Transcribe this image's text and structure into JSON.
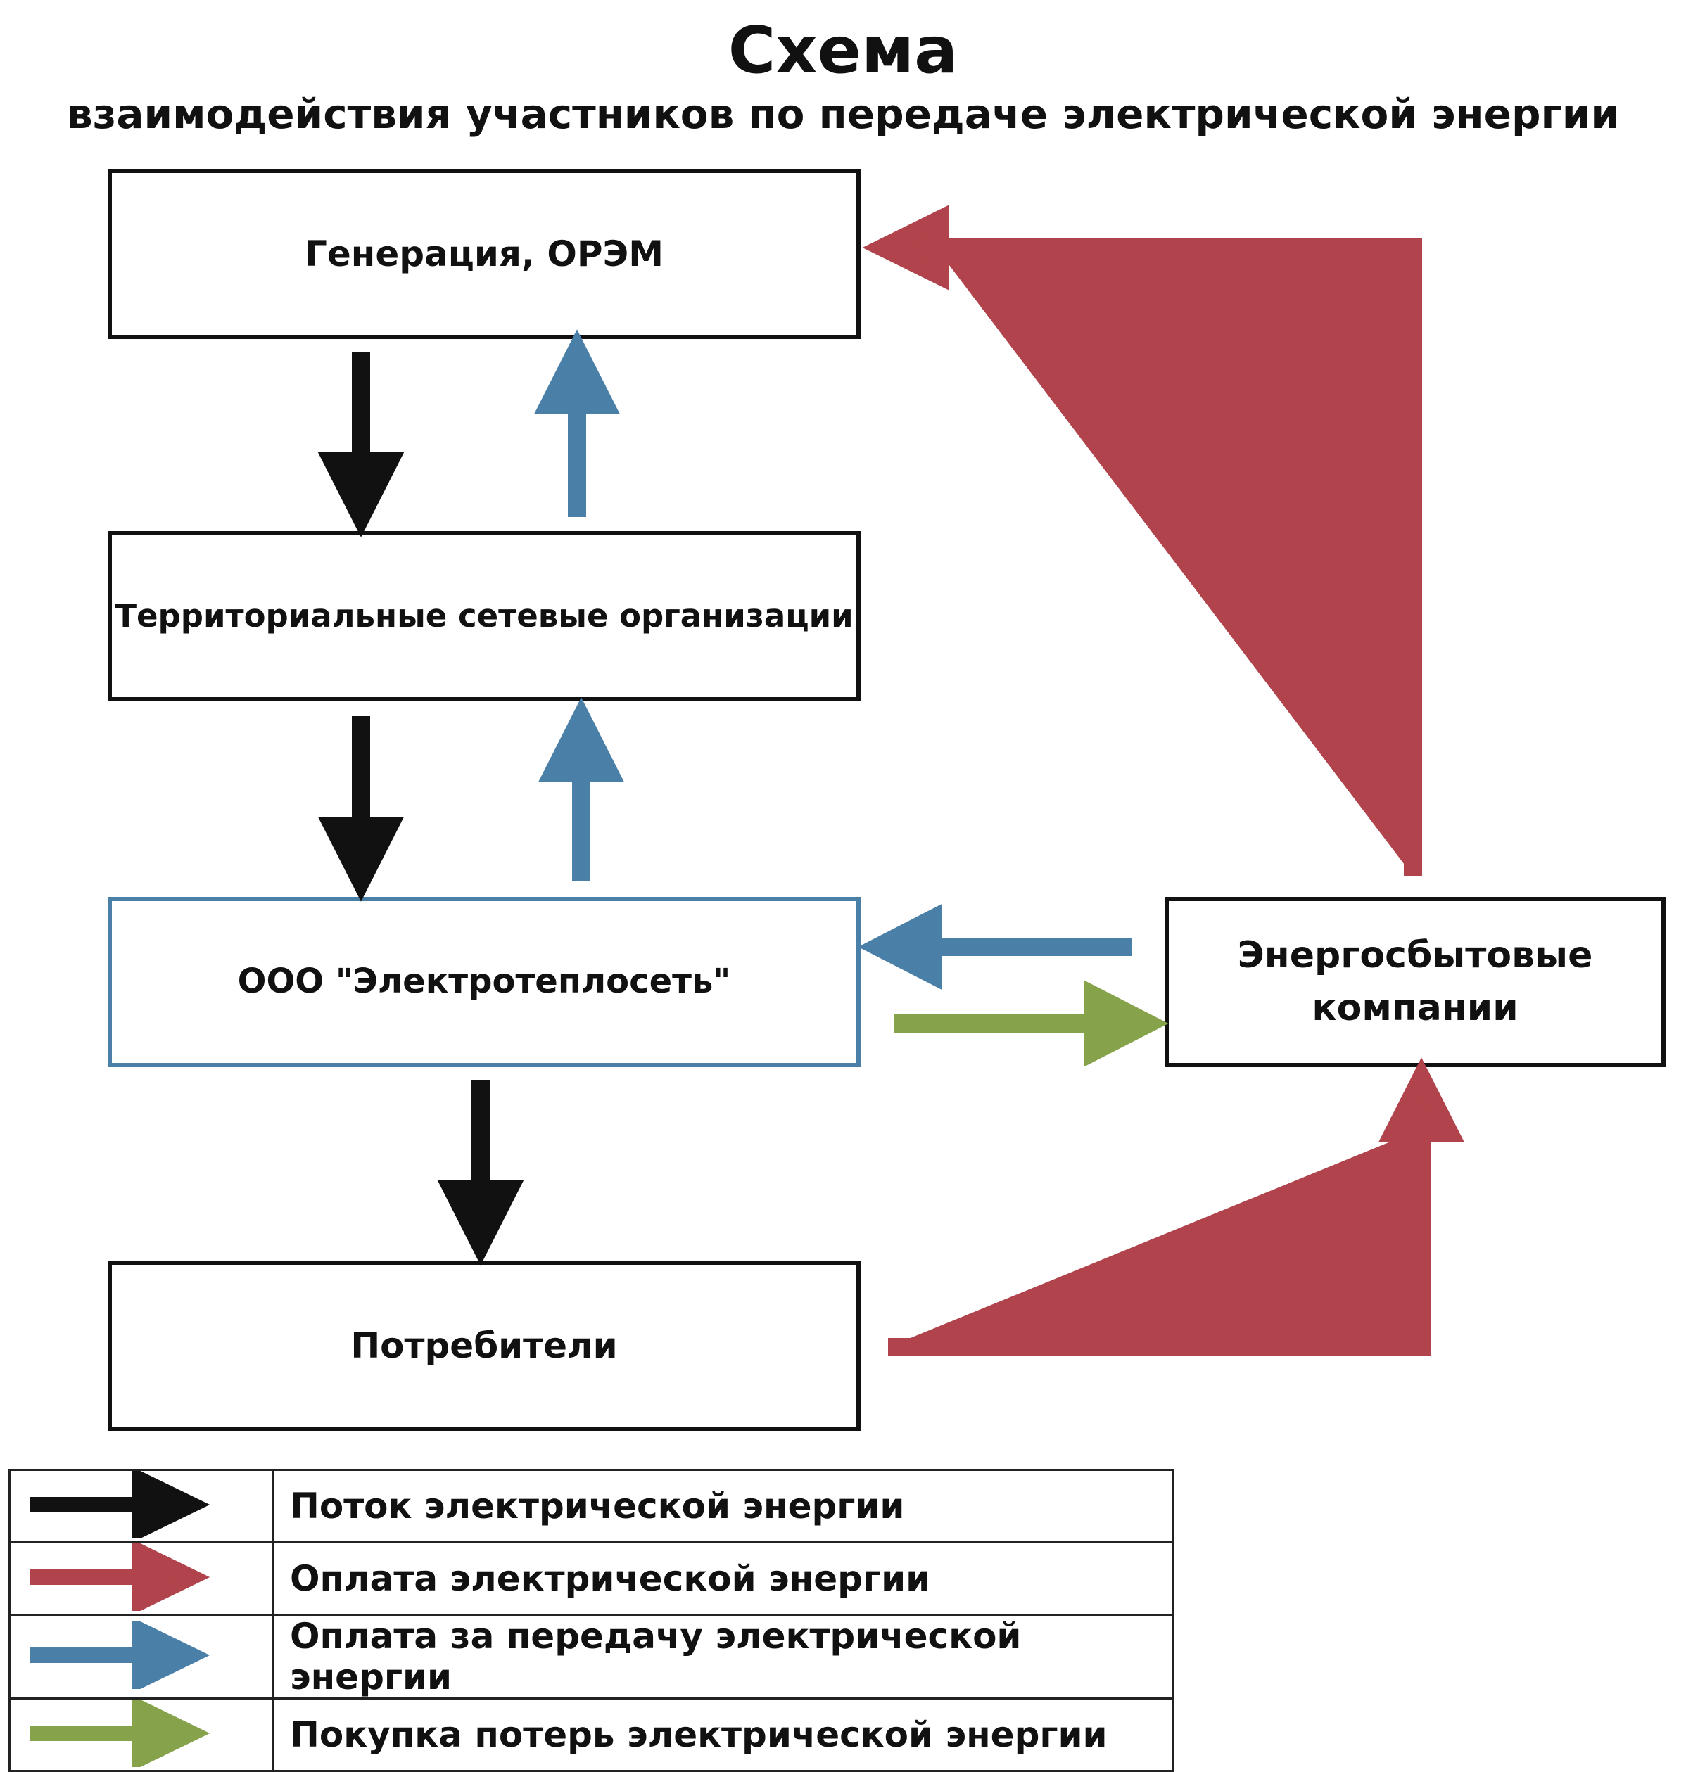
{
  "title": "Схема",
  "subtitle": "взаимодействия участников по передаче электрической энергии",
  "nodes": {
    "generation": "Генерация, ОРЭМ",
    "tso": "Территориальные сетевые организации",
    "company": "ООО \"Электротеплосеть\"",
    "consumers": "Потребители",
    "retail": "Энергосбытовые\nкомпании"
  },
  "colors": {
    "energy_flow": "#111111",
    "energy_payment": "#b0434b",
    "transmission_payment": "#4a7fa8",
    "loss_purchase": "#86a34c"
  },
  "legend": [
    {
      "color_key": "energy_flow",
      "label": "Поток электрической энергии"
    },
    {
      "color_key": "energy_payment",
      "label": "Оплата электрической энергии"
    },
    {
      "color_key": "transmission_payment",
      "label": "Оплата за передачу электрической энергии"
    },
    {
      "color_key": "loss_purchase",
      "label": "Покупка потерь электрической энергии"
    }
  ],
  "edges": [
    {
      "from": "generation",
      "to": "tso",
      "type": "energy_flow"
    },
    {
      "from": "tso",
      "to": "generation",
      "type": "transmission_payment"
    },
    {
      "from": "tso",
      "to": "company",
      "type": "energy_flow"
    },
    {
      "from": "company",
      "to": "tso",
      "type": "transmission_payment"
    },
    {
      "from": "company",
      "to": "consumers",
      "type": "energy_flow"
    },
    {
      "from": "retail",
      "to": "company",
      "type": "transmission_payment"
    },
    {
      "from": "company",
      "to": "retail",
      "type": "loss_purchase"
    },
    {
      "from": "consumers",
      "to": "retail",
      "type": "energy_payment"
    },
    {
      "from": "retail",
      "to": "generation",
      "type": "energy_payment"
    }
  ]
}
